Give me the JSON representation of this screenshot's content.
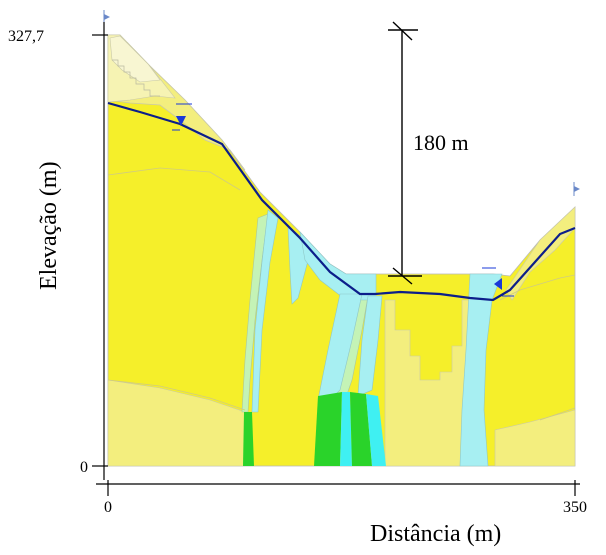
{
  "axes": {
    "y_top_label": "327,7",
    "y_bottom_label": "0",
    "x_left_label": "0",
    "x_right_label": "350",
    "x_title": "Distância (m)",
    "y_title": "Elevação (m)"
  },
  "dimension": {
    "label": "180 m"
  },
  "colors": {
    "yellow_main": "#f5ef2a",
    "yellow_light": "#f3ee7e",
    "yellow_pale": "#f6f3b3",
    "yellow_cream": "#f8f6d2",
    "cyan": "#a7eff2",
    "cyan_bright": "#3ff0f2",
    "green_light": "#c4f3b6",
    "green": "#2ad32a",
    "water_table": "#0c1e8a",
    "water_marker": "#1a38d8"
  }
}
